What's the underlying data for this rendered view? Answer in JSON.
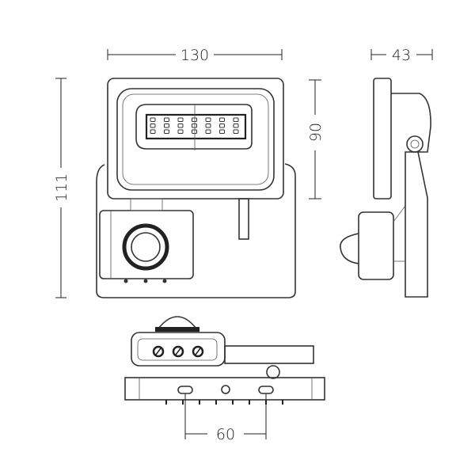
{
  "dimensions": {
    "front_width": "130",
    "side_depth": "43",
    "total_height": "111",
    "lamp_height": "90",
    "mount_spacing": "60"
  },
  "line_color": "#333333"
}
